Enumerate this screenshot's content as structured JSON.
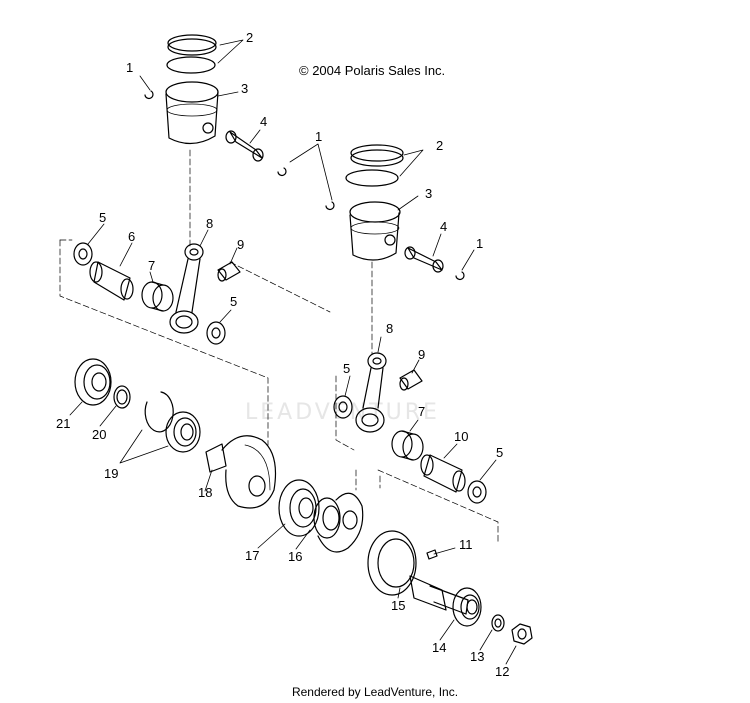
{
  "copyright": "© 2004 Polaris Sales Inc.",
  "rendered_by": "Rendered by LeadVenture, Inc.",
  "watermark": "LEADVENTURE",
  "callouts": {
    "c1a": "1",
    "c2a": "2",
    "c3a": "3",
    "c4a": "4",
    "c1b": "1",
    "c2b": "2",
    "c3b": "3",
    "c4b": "4",
    "c1c": "1",
    "c5a": "5",
    "c6": "6",
    "c7a": "7",
    "c8a": "8",
    "c9a": "9",
    "c5b": "5",
    "c8b": "8",
    "c9b": "9",
    "c5c": "5",
    "c7b": "7",
    "c10": "10",
    "c5d": "5",
    "c21": "21",
    "c20": "20",
    "c19": "19",
    "c18": "18",
    "c17": "17",
    "c16": "16",
    "c11": "11",
    "c15": "15",
    "c14": "14",
    "c13": "13",
    "c12": "12"
  }
}
